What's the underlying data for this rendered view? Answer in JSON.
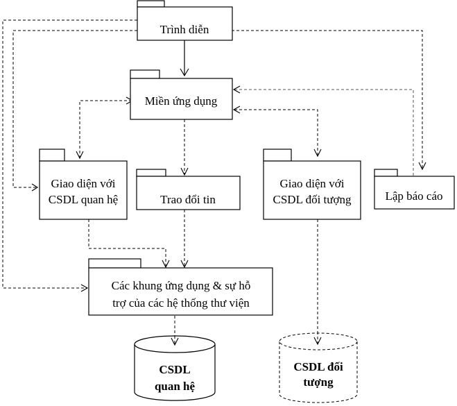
{
  "diagram": {
    "type": "uml-package-diagram",
    "packages": [
      {
        "id": "trinh-dien",
        "lines": [
          "Trình diễn"
        ]
      },
      {
        "id": "mien-ung-dung",
        "lines": [
          "Miền ứng dụng"
        ]
      },
      {
        "id": "giao-dien-csdl-quan-he",
        "lines": [
          "Giao diện với",
          "CSDL quan hệ"
        ]
      },
      {
        "id": "trao-doi-tin",
        "lines": [
          "Trao đổi tin"
        ]
      },
      {
        "id": "giao-dien-csdl-doi-tuong",
        "lines": [
          "Giao diện với",
          "CSDL đối tượng"
        ]
      },
      {
        "id": "lap-bao-cao",
        "lines": [
          "Lập báo cáo"
        ]
      },
      {
        "id": "cac-khung-ung-dung",
        "lines": [
          "Các khung ứng dụng  & sự hỗ",
          "trợ của các hệ thống thư viện"
        ]
      }
    ],
    "databases": [
      {
        "id": "csdl-quan-he",
        "lines": [
          "CSDL",
          "quan hệ"
        ],
        "style": "solid"
      },
      {
        "id": "csdl-doi-tuong",
        "lines": [
          "CSDL đối",
          "tượng"
        ],
        "style": "dashed"
      }
    ],
    "connections": [
      {
        "from": "trinh-dien",
        "to": "mien-ung-dung",
        "style": "solid"
      },
      {
        "from": "trinh-dien",
        "to": "giao-dien-csdl-quan-he",
        "style": "dashed"
      },
      {
        "from": "trinh-dien",
        "to": "cac-khung-ung-dung",
        "style": "dashed"
      },
      {
        "from": "trinh-dien",
        "to": "lap-bao-cao",
        "style": "dashed"
      },
      {
        "from": "mien-ung-dung",
        "to": "giao-dien-csdl-quan-he",
        "style": "dashed",
        "bidirectional": true
      },
      {
        "from": "mien-ung-dung",
        "to": "trao-doi-tin",
        "style": "dashed"
      },
      {
        "from": "mien-ung-dung",
        "to": "giao-dien-csdl-doi-tuong",
        "style": "dashed",
        "bidirectional": true
      },
      {
        "from": "lap-bao-cao",
        "to": "mien-ung-dung",
        "style": "dashed"
      },
      {
        "from": "giao-dien-csdl-quan-he",
        "to": "cac-khung-ung-dung",
        "style": "dashed"
      },
      {
        "from": "trao-doi-tin",
        "to": "cac-khung-ung-dung",
        "style": "dashed"
      },
      {
        "from": "cac-khung-ung-dung",
        "to": "csdl-quan-he",
        "style": "dashed"
      },
      {
        "from": "giao-dien-csdl-doi-tuong",
        "to": "csdl-doi-tuong",
        "style": "dashed"
      }
    ]
  }
}
